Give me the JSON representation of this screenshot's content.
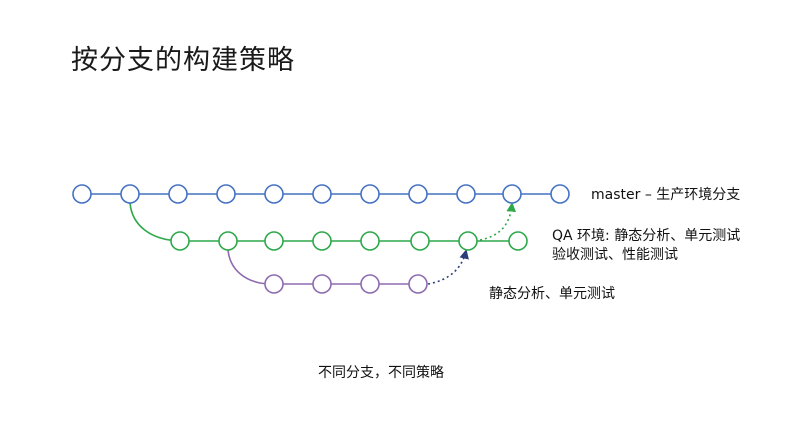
{
  "title": "按分支的构建策略",
  "labels": {
    "master": "master – 生产环境分支",
    "qa_line1": "QA 环境: 静态分析、单元测试",
    "qa_line2": "验收测试、性能测试",
    "feature": "静态分析、单元测试"
  },
  "caption": "不同分支，不同策略",
  "colors": {
    "master": "#4472c4",
    "qa": "#2ea84a",
    "feature": "#8e6bb0",
    "node_fill": "#ffffff"
  },
  "branches": {
    "master": {
      "node_count": 11
    },
    "qa": {
      "node_count": 8
    },
    "feature": {
      "node_count": 4
    }
  }
}
